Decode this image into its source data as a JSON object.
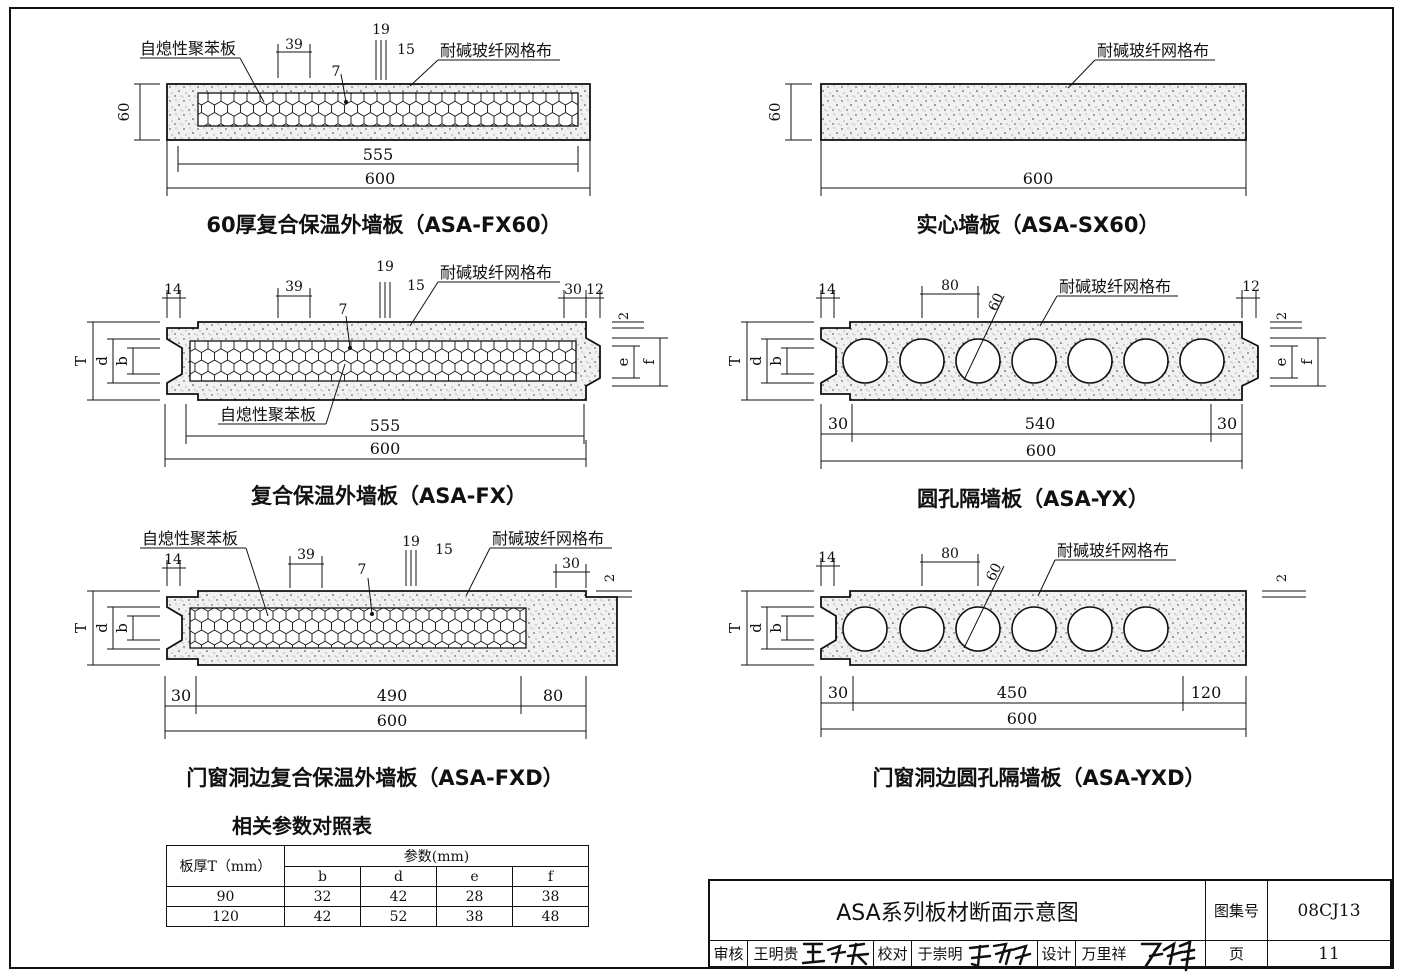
{
  "labels": {
    "eps_board": "自熄性聚苯板",
    "mesh": "耐碱玻纤网格布"
  },
  "panels": {
    "fx60": {
      "title": "60厚复合保温外墙板（ASA-FX60）",
      "dims": {
        "thick": "60",
        "d39": "39",
        "d19": "19",
        "d15": "15",
        "d7": "7",
        "inner": "555",
        "total": "600"
      }
    },
    "sx60": {
      "title": "实心墙板（ASA-SX60）",
      "dims": {
        "thick": "60",
        "total": "600"
      }
    },
    "fx": {
      "title": "复合保温外墙板（ASA-FX）",
      "dims": {
        "d14": "14",
        "d39": "39",
        "d19": "19",
        "d15": "15",
        "d7": "7",
        "d30": "30",
        "d12": "12",
        "d2": "2",
        "T": "T",
        "d": "d",
        "b": "b",
        "e": "e",
        "f": "f",
        "inner": "555",
        "total": "600"
      }
    },
    "yx": {
      "title": "圆孔隔墙板（ASA-YX）",
      "dims": {
        "d14": "14",
        "d80": "80",
        "d60": "60",
        "d12": "12",
        "d2": "2",
        "T": "T",
        "d": "d",
        "b": "b",
        "e": "e",
        "f": "f",
        "left": "30",
        "inner": "540",
        "right": "30",
        "total": "600"
      }
    },
    "fxd": {
      "title": "门窗洞边复合保温外墙板（ASA-FXD）",
      "dims": {
        "d14": "14",
        "d39": "39",
        "d19": "19",
        "d15": "15",
        "d7": "7",
        "d30": "30",
        "d2": "2",
        "T": "T",
        "d": "d",
        "b": "b",
        "left": "30",
        "inner": "490",
        "right": "80",
        "total": "600"
      }
    },
    "yxd": {
      "title": "门窗洞边圆孔隔墙板（ASA-YXD）",
      "dims": {
        "d14": "14",
        "d80": "80",
        "d60": "60",
        "d2": "2",
        "T": "T",
        "d": "d",
        "b": "b",
        "left": "30",
        "inner": "450",
        "right": "120",
        "total": "600"
      }
    }
  },
  "param_table": {
    "title": "相关参数对照表",
    "col0_header": "板厚T（mm）",
    "group_header": "参数(mm)",
    "columns": [
      "b",
      "d",
      "e",
      "f"
    ],
    "rows": [
      {
        "T": "90",
        "values": [
          "32",
          "42",
          "28",
          "38"
        ]
      },
      {
        "T": "120",
        "values": [
          "42",
          "52",
          "38",
          "48"
        ]
      }
    ]
  },
  "title_block": {
    "drawing_title": "ASA系列板材断面示意图",
    "atlas_label": "图集号",
    "atlas_no": "08CJ13",
    "review_label": "审核",
    "reviewer": "王明贵",
    "review_sign": "王明贵",
    "check_label": "校对",
    "checker": "于崇明",
    "check_sign": "于崇明",
    "design_label": "设计",
    "designer": "万里祥",
    "design_sign": "万里祥",
    "page_label": "页",
    "page_no": "11"
  }
}
